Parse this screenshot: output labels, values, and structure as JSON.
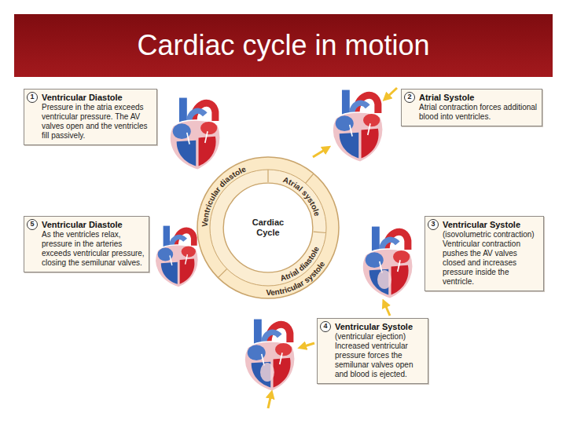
{
  "diagram": {
    "title": "Cardiac cycle in motion",
    "nodes": [
      {
        "text": [
          "1",
          "Ventricular Diastole",
          "Pressure in the atria exceeds ventricular pressure. The AV valves open and the ventricles fill passively."
        ]
      },
      {
        "text": [
          "2",
          "Atrial Systole",
          "Atrial contraction forces additional blood into ventricles."
        ]
      },
      {
        "text": [
          "5",
          "Ventricular Diastole",
          "As the ventricles relax, pressure in the arteries exceeds ventricular pressure, closing the semilunar valves."
        ]
      },
      {
        "text": [
          "Cardiac Cycle"
        ]
      },
      {
        "text": [
          "3",
          "Ventricular Systole",
          "(isovolumetric contraction)",
          "Ventricular contraction pushes the AV valves closed and increases pressure inside the ventricle."
        ]
      },
      {
        "text": [
          "4",
          "Ventricular Systole",
          "(ventricular ejection)",
          "Increased ventricular pressure forces the semilunar valves open and blood is ejected."
        ]
      }
    ],
    "labels": [
      "Ventricular diastole",
      "Atrial systole",
      "Atrial diastole",
      "Ventricular systole"
    ]
  }
}
